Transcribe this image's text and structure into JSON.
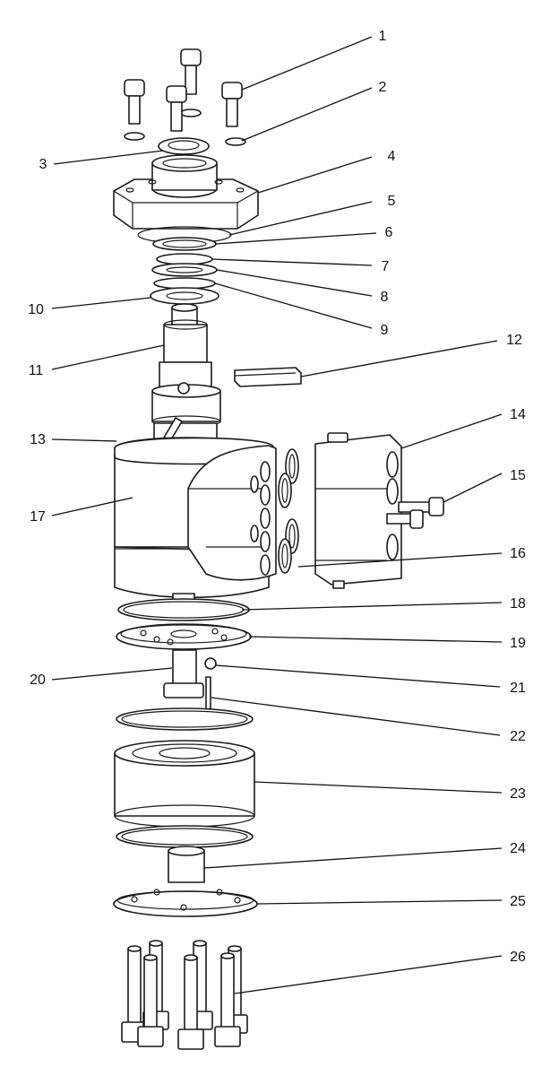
{
  "labels": [
    "1",
    "2",
    "3",
    "4",
    "5",
    "6",
    "7",
    "8",
    "9",
    "10",
    "11",
    "12",
    "13",
    "14",
    "15",
    "16",
    "17",
    "18",
    "19",
    "20",
    "21",
    "22",
    "23",
    "24",
    "25",
    "26"
  ]
}
